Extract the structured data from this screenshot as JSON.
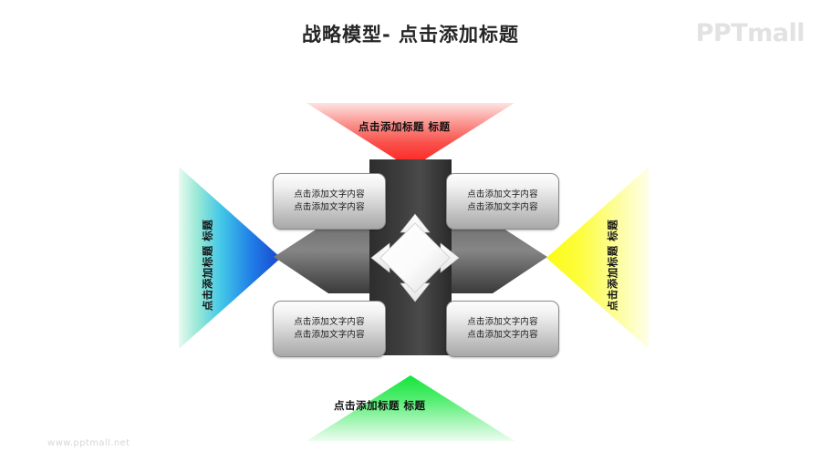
{
  "header": {
    "title": "战略模型- 点击添加标题",
    "logo": "PPTmall"
  },
  "footer": {
    "url": "www.pptmall.net"
  },
  "colors": {
    "top_arrow": "#ff2020",
    "bottom_arrow": "#14e83c",
    "left_arrow": "#1560e8",
    "right_arrow": "#ffff00",
    "center_dark": "#3a3a3a",
    "title_text": "#262626",
    "logo_gray": "#e2e2e2",
    "footer_gray": "#d7d7d7"
  },
  "diagram": {
    "outer_arrows": [
      {
        "id": "top",
        "direction": "down",
        "label": "点击添加标题 标题",
        "color": "#ff2020"
      },
      {
        "id": "bottom",
        "direction": "up",
        "label": "点击添加标题 标题",
        "color": "#14e83c"
      },
      {
        "id": "left",
        "direction": "right",
        "label": "点击添加标题 标题",
        "color": "#1560e8"
      },
      {
        "id": "right",
        "direction": "left",
        "label": "点击添加标题 标题",
        "color": "#ffff00"
      }
    ],
    "content_boxes": [
      {
        "id": "top-left",
        "line1": "点击添加文字内容",
        "line2": "点击添加文字内容"
      },
      {
        "id": "top-right",
        "line1": "点击添加文字内容",
        "line2": "点击添加文字内容"
      },
      {
        "id": "bottom-left",
        "line1": "点击添加文字内容",
        "line2": "点击添加文字内容"
      },
      {
        "id": "bottom-right",
        "line1": "点击添加文字内容",
        "line2": "点击添加文字内容"
      }
    ],
    "center": {
      "shape": "four-way-arrow-star",
      "label": ""
    }
  }
}
